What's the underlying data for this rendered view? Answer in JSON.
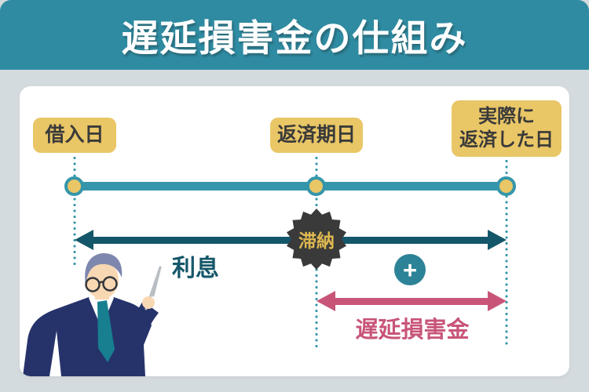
{
  "header": {
    "title": "遅延損害金の仕組み"
  },
  "diagram": {
    "milestones": [
      {
        "label": "借入日"
      },
      {
        "label": "返済期日"
      },
      {
        "label": "実際に\n返済した日"
      }
    ],
    "interest_arrow_label": "利息",
    "delinquency_badge": "滞納",
    "plus_sign": "+",
    "late_fee_arrow_label": "遅延損害金"
  },
  "colors": {
    "banner_teal": "#2f8ba1",
    "timeline_teal": "#3596ab",
    "interest_dark_teal": "#15576a",
    "milestone_gold": "#e9c666",
    "late_fee_pink": "#c85578",
    "badge_charcoal": "#3a3a3a",
    "badge_text_gold": "#dfb951",
    "page_background": "#d4dbde",
    "card_background": "#ffffff"
  }
}
